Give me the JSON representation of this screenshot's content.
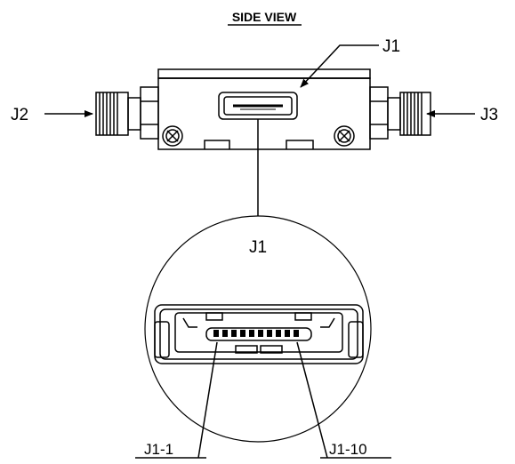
{
  "title": "SIDE VIEW",
  "labels": {
    "j1_top": "J1",
    "j2": "J2",
    "j3": "J3",
    "j1_detail": "J1",
    "pin_first": "J1-1",
    "pin_last": "J1-10"
  },
  "colors": {
    "line": "#000000",
    "background": "#ffffff"
  }
}
